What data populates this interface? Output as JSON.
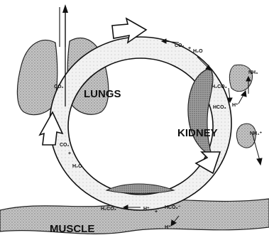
{
  "diagram": {
    "organs": {
      "lungs": "LUNGS",
      "kidney": "KIDNEY",
      "muscle": "MUSCLE"
    },
    "top_flow": {
      "co2": "CO₂",
      "h2o": "H₂O",
      "plus": "+"
    },
    "right_flow": {
      "h2co3": "H₂CO₃",
      "hco3": "HCO₃",
      "h_plus": "H⁺",
      "nh3": "NH₃",
      "nh4": "NH₄⁺"
    },
    "lung_flow": {
      "co2": "CO₂"
    },
    "left_flow": {
      "co2": "CO₂",
      "plus": "+",
      "h2o": "H₂O"
    },
    "bottom_flow": {
      "h2co3": "H₂CO₃",
      "h_plus": "H⁺",
      "plus": "+",
      "hco3": "HCO₃⁻",
      "h_plus_muscle": "H⁺"
    },
    "colors": {
      "tissue_fill": "#bdbdbd",
      "kidney_fill": "#9a9a9a",
      "line": "#111111",
      "background": "#ffffff"
    }
  }
}
